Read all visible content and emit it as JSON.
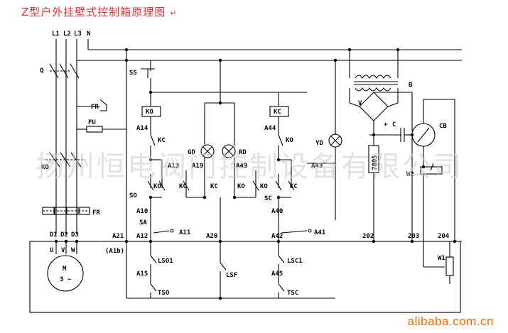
{
  "title": "Z型户外挂壁式控制箱原理图",
  "paragraph_mark": "↵",
  "watermark": "扬州恒电阀门控制设备有限公司",
  "footer": "alibaba.com.cn",
  "labels": {
    "L1": "L1",
    "L2": "L2",
    "L3": "L3",
    "N": "N",
    "Q": "Q",
    "FR_top": "FR",
    "FU": "FU",
    "KO_main": "KO",
    "FR_main": "FR",
    "D1": "D1",
    "D2": "D2",
    "D3": "D3",
    "U": "U",
    "V": "V",
    "W": "W",
    "motor_M": "M",
    "motor_3": "3 ~",
    "SS": "SS",
    "KO_coil": "KO",
    "KC_coil": "KC",
    "A14": "A14",
    "KC_1": "KC",
    "A44": "A44",
    "KO_1": "KO",
    "GD": "GD",
    "RD": "RD",
    "YD": "YD",
    "A13": "A13",
    "A19": "A19",
    "A49": "A49",
    "A43": "A43",
    "SO": "SO",
    "KO_2": "KO",
    "KC_2": "KC",
    "KC_3": "KC",
    "KO_3": "KO",
    "KO_4": "KO",
    "KC_4": "KC",
    "SC": "SC",
    "A10": "A10",
    "A40": "A40",
    "SA": "SA",
    "A11": "A11",
    "A41": "A41",
    "A21": "A21",
    "A1b": "(A1b)",
    "A12": "A12",
    "A20": "A20",
    "A42": "A42",
    "n202": "202",
    "n203": "203",
    "n204": "204",
    "LSO1": "LSO1",
    "LSC1": "LSC1",
    "LSF": "LSF",
    "A15": "A15",
    "A45": "A45",
    "TSO": "TSO",
    "TSC": "TSC",
    "B": "B",
    "V_bridge": "V",
    "C": "C",
    "CB": "CB",
    "plus": "+",
    "regulator": "7805",
    "W2": "W2",
    "W1": "W1"
  }
}
